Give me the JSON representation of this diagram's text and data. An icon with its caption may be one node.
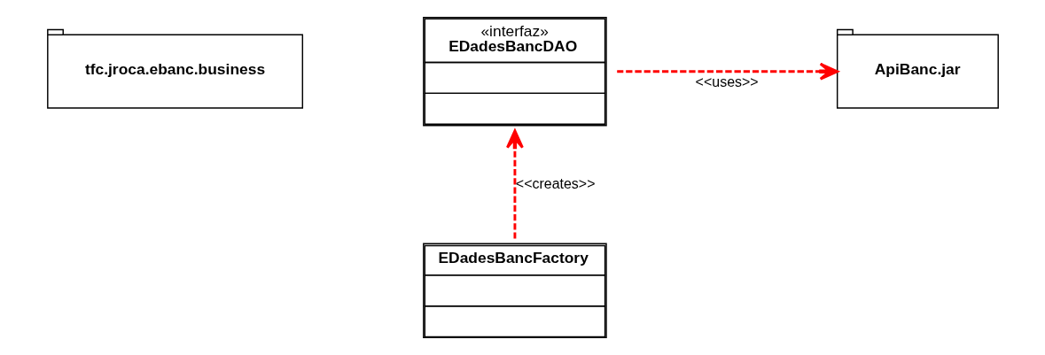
{
  "diagram": {
    "nodes": [
      {
        "text": [
          "tfc.jroca.ebanc.business"
        ]
      },
      {
        "text": [
          "«interfaz»",
          "EDadesBancDAO"
        ]
      },
      {
        "text": [
          "ApiBanc.jar"
        ]
      },
      {
        "text": [
          "EDadesBancFactory"
        ]
      }
    ],
    "edges": [
      {
        "from": 1,
        "to": 2,
        "arrow": "to",
        "label": "<<uses>>",
        "style": "dashed",
        "color": "#ff0000"
      },
      {
        "from": 3,
        "to": 1,
        "arrow": "to",
        "label": "<<creates>>",
        "style": "dashed",
        "color": "#ff0000"
      }
    ]
  }
}
